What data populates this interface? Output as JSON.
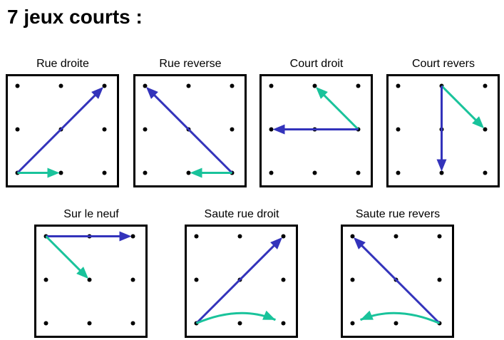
{
  "title": "7 jeux courts :",
  "colors": {
    "blue": "#3333bb",
    "green": "#19c39b",
    "dot": "#000000",
    "frame": "#000000"
  },
  "games": [
    {
      "label": "Rue droite",
      "arrows": [
        {
          "color": "blue",
          "from": [
            0,
            2
          ],
          "to": [
            2,
            0
          ]
        },
        {
          "color": "green",
          "from": [
            0,
            2
          ],
          "to": [
            1,
            2
          ]
        }
      ]
    },
    {
      "label": "Rue reverse",
      "arrows": [
        {
          "color": "blue",
          "from": [
            2,
            2
          ],
          "to": [
            0,
            0
          ]
        },
        {
          "color": "green",
          "from": [
            2,
            2
          ],
          "to": [
            1,
            2
          ]
        }
      ]
    },
    {
      "label": "Court droit",
      "arrows": [
        {
          "color": "green",
          "from": [
            2,
            1
          ],
          "to": [
            1,
            0
          ]
        },
        {
          "color": "blue",
          "from": [
            2,
            1
          ],
          "to": [
            0,
            1
          ]
        }
      ]
    },
    {
      "label": "Court revers",
      "arrows": [
        {
          "color": "green",
          "from": [
            1,
            0
          ],
          "to": [
            2,
            1
          ]
        },
        {
          "color": "blue",
          "from": [
            1,
            0
          ],
          "to": [
            1,
            2
          ]
        }
      ]
    },
    {
      "label": "Sur le neuf",
      "arrows": [
        {
          "color": "blue",
          "from": [
            0,
            0
          ],
          "to": [
            2,
            0
          ]
        },
        {
          "color": "green",
          "from": [
            0,
            0
          ],
          "to": [
            1,
            1
          ]
        }
      ]
    },
    {
      "label": "Saute rue droit",
      "arrows": [
        {
          "color": "blue",
          "from": [
            0,
            2
          ],
          "to": [
            2,
            0
          ]
        },
        {
          "color": "green",
          "from": [
            0,
            2
          ],
          "to": [
            2,
            2
          ],
          "curved": true
        }
      ]
    },
    {
      "label": "Saute rue revers",
      "arrows": [
        {
          "color": "blue",
          "from": [
            2,
            2
          ],
          "to": [
            0,
            0
          ]
        },
        {
          "color": "green",
          "from": [
            2,
            2
          ],
          "to": [
            0,
            2
          ],
          "curved": true
        }
      ]
    }
  ]
}
